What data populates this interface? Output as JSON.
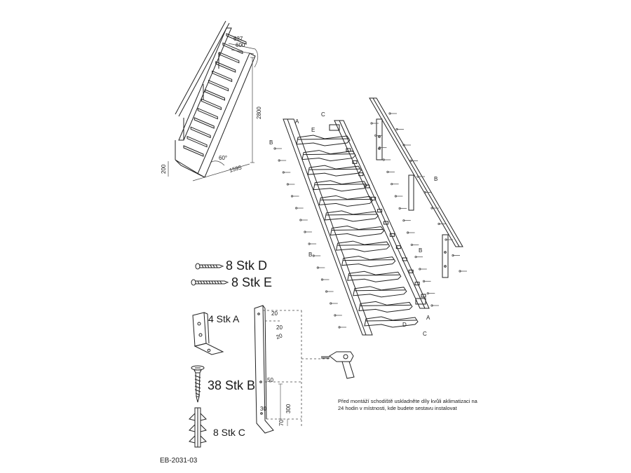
{
  "dims": {
    "w627": "627",
    "w600": "600",
    "h2800": "2800",
    "angle": "60°",
    "len1595": "1595",
    "h200": "200"
  },
  "stairs": {
    "treads": 13
  },
  "screws": {
    "d_label": "8 Stk D",
    "e_label": "8 Stk E"
  },
  "parts": {
    "a_label": "4 Stk A",
    "b_label": "38 Stk B",
    "c_label": "8 Stk C"
  },
  "stringer": {
    "d20a": "20",
    "d20b": "20",
    "d20c": "20",
    "d50": "50",
    "d30": "30",
    "d300": "300",
    "d70": "70"
  },
  "markers": {
    "a": "A",
    "b": "B",
    "c": "C",
    "d": "D",
    "e": "E"
  },
  "note": "Před montáží schodiště uskladněte díly kvůli aklimatizaci na 24 hodin v místnosti, kde budete sestavu instalovat",
  "code": "EB-2031-03"
}
